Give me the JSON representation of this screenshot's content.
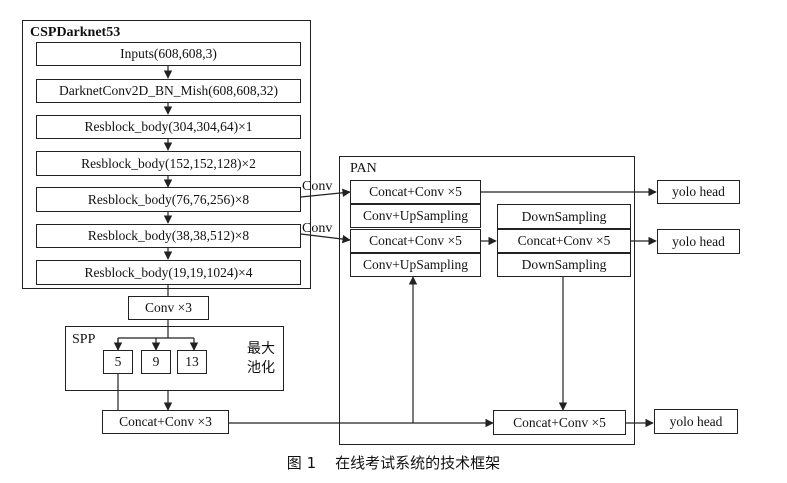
{
  "backbone": {
    "title": "CSPDarknet53",
    "layers": [
      "Inputs(608,608,3)",
      "DarknetConv2D_BN_Mish(608,608,32)",
      "Resblock_body(304,304,64)×1",
      "Resblock_body(152,152,128)×2",
      "Resblock_body(76,76,256)×8",
      "Resblock_body(38,38,512)×8",
      "Resblock_body(19,19,1024)×4"
    ]
  },
  "neck": {
    "conv3_top": "Conv ×3",
    "spp": {
      "title": "SPP",
      "pools": [
        "5",
        "9",
        "13"
      ],
      "maxpool_label_line1": "最大",
      "maxpool_label_line2": "池化"
    },
    "concat_conv3": "Concat+Conv ×3",
    "conv_label": "Conv"
  },
  "pan": {
    "title": "PAN",
    "left_column": [
      "Concat+Conv ×5",
      "Conv+UpSampling",
      "Concat+Conv ×5",
      "Conv+UpSampling"
    ],
    "right_column": [
      "DownSampling",
      "Concat+Conv ×5",
      "DownSampling"
    ],
    "bottom_concat": "Concat+Conv ×5"
  },
  "heads": [
    "yolo head",
    "yolo head",
    "yolo head"
  ],
  "caption": "图 1    在线考试系统的技术框架"
}
